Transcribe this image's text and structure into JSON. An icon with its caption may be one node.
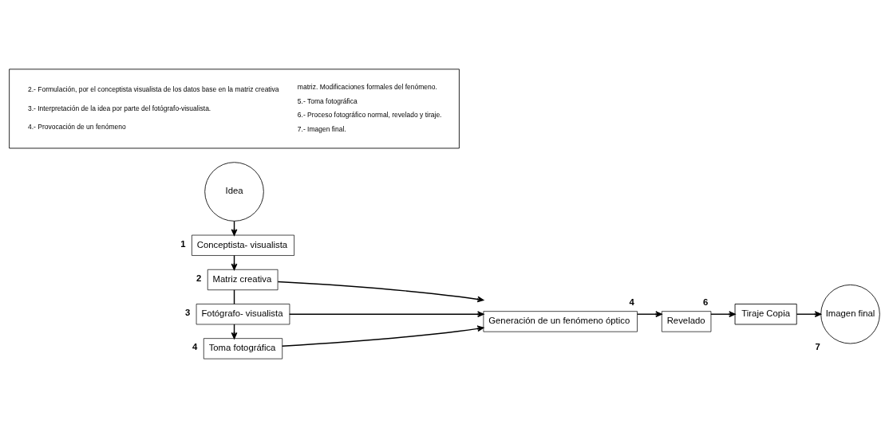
{
  "diagram": {
    "nodes": [
      {
        "text": [
          "Idea"
        ]
      },
      {
        "text": [
          "Conceptista- visualista"
        ],
        "beside": [
          "1"
        ]
      },
      {
        "text": [
          "Matriz creativa"
        ],
        "beside": [
          "2"
        ]
      },
      {
        "text": [
          "Fotógrafo- visualista"
        ],
        "beside": [
          "3"
        ]
      },
      {
        "text": [
          "Toma fotográfica"
        ],
        "beside": [
          "4"
        ]
      },
      {
        "text": [
          "Generación de un fenómeno óptico"
        ],
        "beside": [
          "4"
        ]
      },
      {
        "text": [
          "Revelado"
        ],
        "beside": [
          "6"
        ]
      },
      {
        "text": [
          "Tiraje Copia"
        ]
      },
      {
        "text": [
          "Imagen final"
        ],
        "beside": [
          "7"
        ]
      },
      {
        "text": [
          "2.- Formulación, por el conceptista visualista de los datos base en la matriz creativa",
          "3.- Interpretación de la idea por parte del fotógrafo-visualista.",
          "4.- Provocación de un fenómeno",
          "matriz. Modificaciones formales del fenómeno.",
          "5.- Toma fotográfica",
          "6.- Proceso fotográfico normal, revelado y tiraje.",
          "7.- Imagen final."
        ]
      }
    ],
    "edges": [
      {
        "from": 0,
        "to": 1,
        "arrow": "to"
      },
      {
        "from": 1,
        "to": 2,
        "arrow": "to"
      },
      {
        "from": 2,
        "to": 3,
        "arrow": "none"
      },
      {
        "from": 3,
        "to": 4,
        "arrow": "to"
      },
      {
        "from": 2,
        "to": 5,
        "arrow": "to"
      },
      {
        "from": 3,
        "to": 5,
        "arrow": "to"
      },
      {
        "from": 4,
        "to": 5,
        "arrow": "to"
      },
      {
        "from": 5,
        "to": 6,
        "arrow": "to"
      },
      {
        "from": 6,
        "to": 7,
        "arrow": "to"
      },
      {
        "from": 7,
        "to": 8,
        "arrow": "to"
      }
    ]
  }
}
